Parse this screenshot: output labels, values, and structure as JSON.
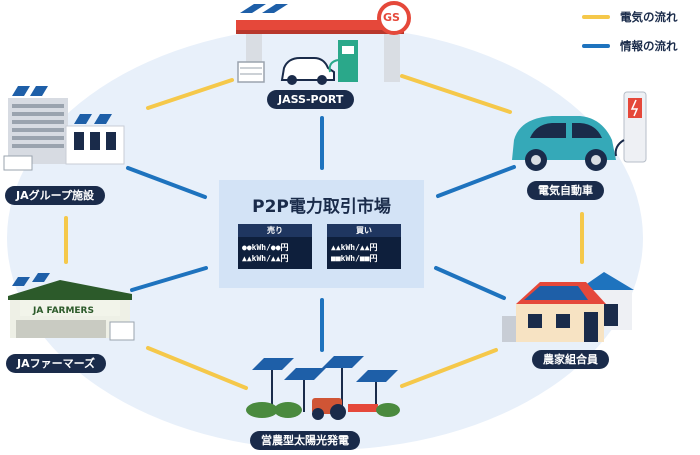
{
  "legend": {
    "electricity": {
      "label": "電気の流れ",
      "color": "#f5c84a"
    },
    "information": {
      "label": "情報の流れ",
      "color": "#1e73be"
    }
  },
  "market": {
    "title": "P2P電力取引市場",
    "sell": {
      "header": "売り",
      "lines": [
        "●●kWh/●●円",
        "▲▲kWh/▲▲円"
      ]
    },
    "buy": {
      "header": "買い",
      "lines": [
        "▲▲kWh/▲▲円",
        "■■kWh/■■円"
      ]
    }
  },
  "nodes": {
    "jass_port": {
      "label": "JASS-PORT",
      "sign": "GS"
    },
    "ja_group": {
      "label": "JAグループ施設"
    },
    "ev": {
      "label": "電気自動車"
    },
    "ja_farmers": {
      "label": "JAファーマーズ",
      "sign": "JA FARMERS"
    },
    "farmer_union": {
      "label": "農家組合員"
    },
    "agri_solar": {
      "label": "営農型太陽光発電"
    }
  }
}
